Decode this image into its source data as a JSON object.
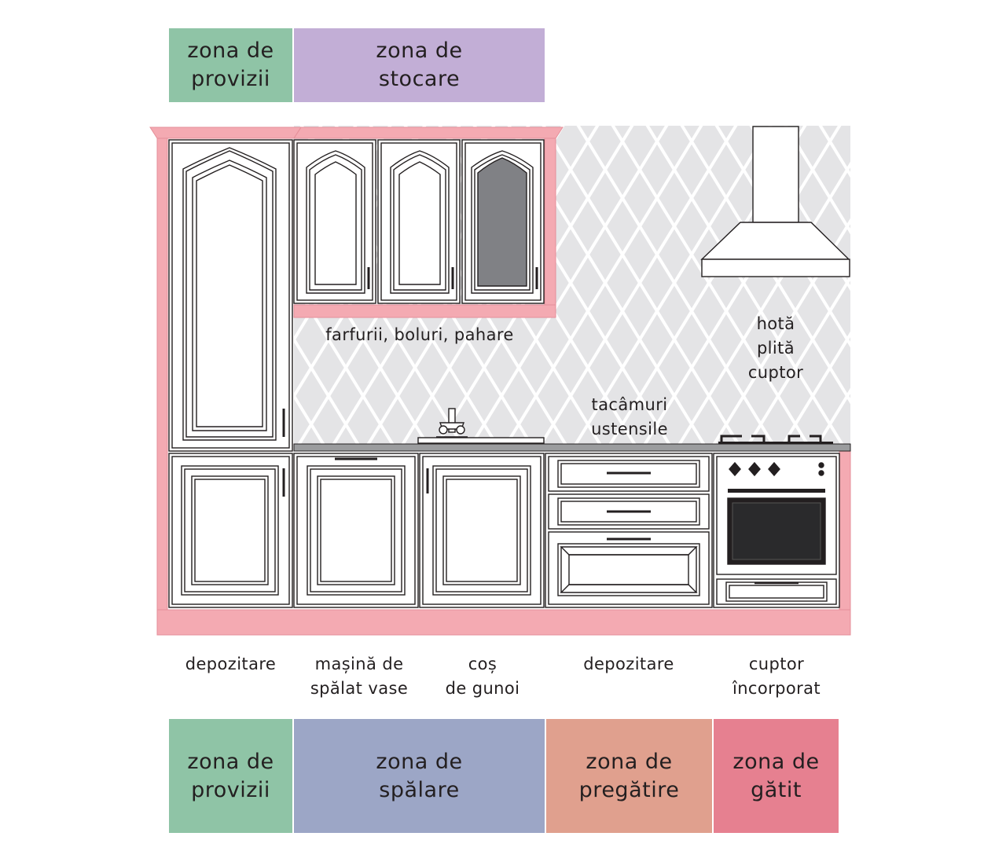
{
  "colors": {
    "provizii": "#8fc4a6",
    "stocare": "#c2aed6",
    "spalare": "#9ca6c6",
    "pregatire": "#e0a08e",
    "gatit": "#e68090",
    "frame_pink": "#f4aab2",
    "backsplash": "#e4e4e6",
    "glass": "#808185",
    "countertop": "#9b9c9e"
  },
  "top_zones": [
    {
      "label": "zona de\nprovizii"
    },
    {
      "label": "zona de\nstocare"
    }
  ],
  "bottom_zones": [
    {
      "label": "zona de\nprovizii"
    },
    {
      "label": "zona de\nspălare"
    },
    {
      "label": "zona de\npregătire"
    },
    {
      "label": "zona de\ngătit"
    }
  ],
  "annotations": {
    "wall_cabinets": "farfurii, boluri, pahare",
    "cooking_appliances": "hotă\nplită\ncuptor",
    "drawers_content": "tacâmuri\nustensile"
  },
  "base_labels": [
    {
      "label": "depozitare"
    },
    {
      "label": "mașină de\nspălat vase"
    },
    {
      "label": "coș\nde gunoi"
    },
    {
      "label": "depozitare"
    },
    {
      "label": "cuptor\nîncorporat"
    }
  ]
}
